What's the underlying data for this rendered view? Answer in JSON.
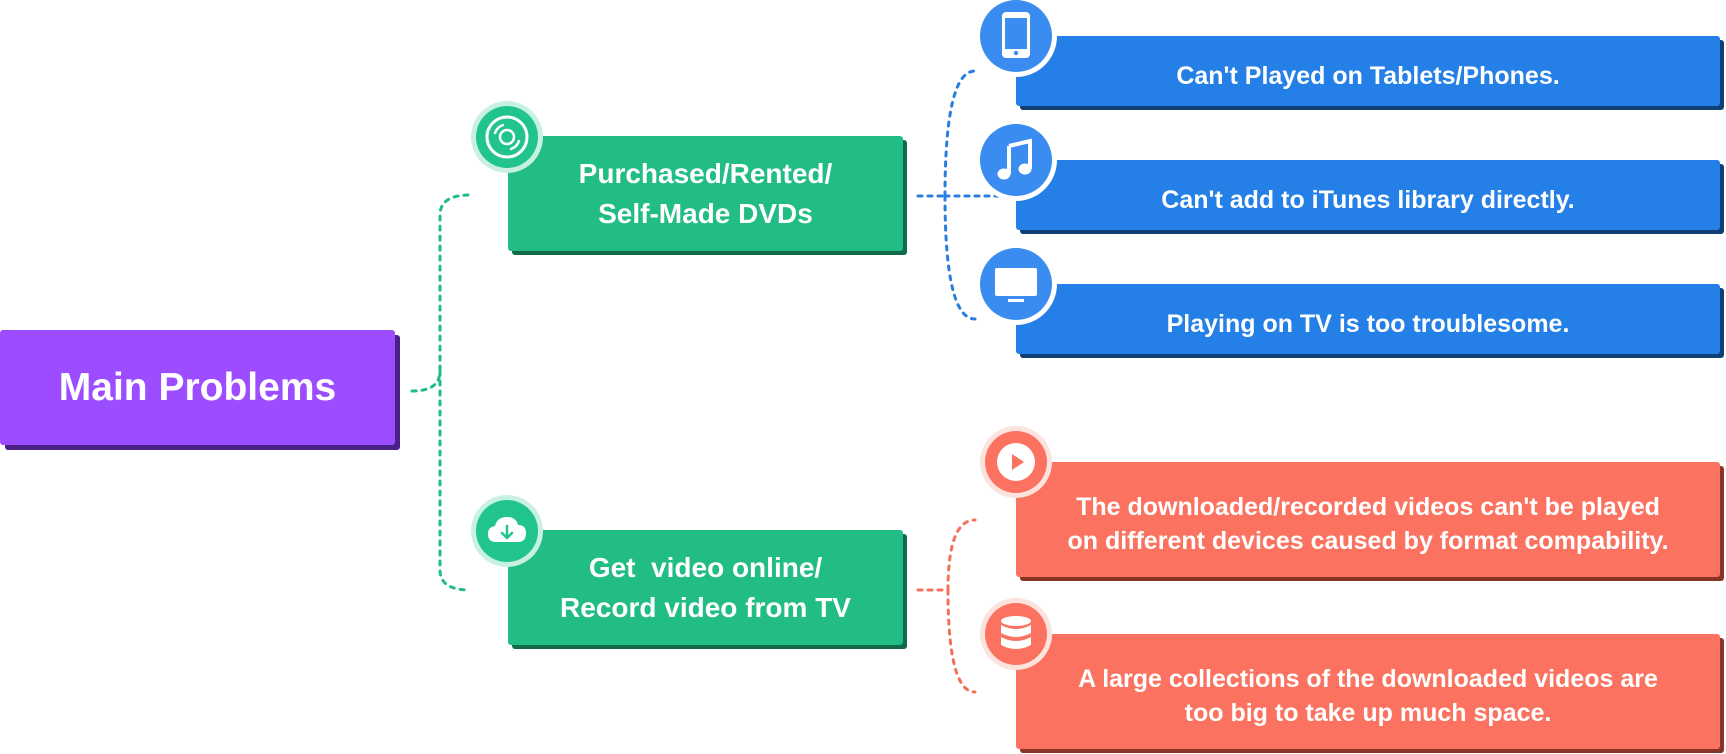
{
  "root": {
    "label": "Main Problems"
  },
  "branches": [
    {
      "label_line1": "Purchased/Rented/",
      "label_line2": "Self-Made DVDs",
      "icon": "disc-icon",
      "color": "#22bd85",
      "children": [
        {
          "label": "Can't Played on Tablets/Phones.",
          "icon": "phone-icon"
        },
        {
          "label": "Can't add to iTunes library directly.",
          "icon": "music-note-icon"
        },
        {
          "label": "Playing on TV is too troublesome.",
          "icon": "tv-icon"
        }
      ]
    },
    {
      "label_line1": "Get  video online/",
      "label_line2": "Record video from TV",
      "icon": "cloud-download-icon",
      "color": "#22bd85",
      "children": [
        {
          "label_line1": "The downloaded/recorded videos can't be played",
          "label_line2": "on different devices caused by format compability.",
          "icon": "play-icon"
        },
        {
          "label_line1": "A large collections of the downloaded videos are",
          "label_line2": "too big to take up much space.",
          "icon": "database-icon"
        }
      ]
    }
  ],
  "colors": {
    "root": "#9b4dff",
    "branch": "#22bd85",
    "dvd_issues": "#247fe6",
    "online_issues": "#fb7360"
  }
}
